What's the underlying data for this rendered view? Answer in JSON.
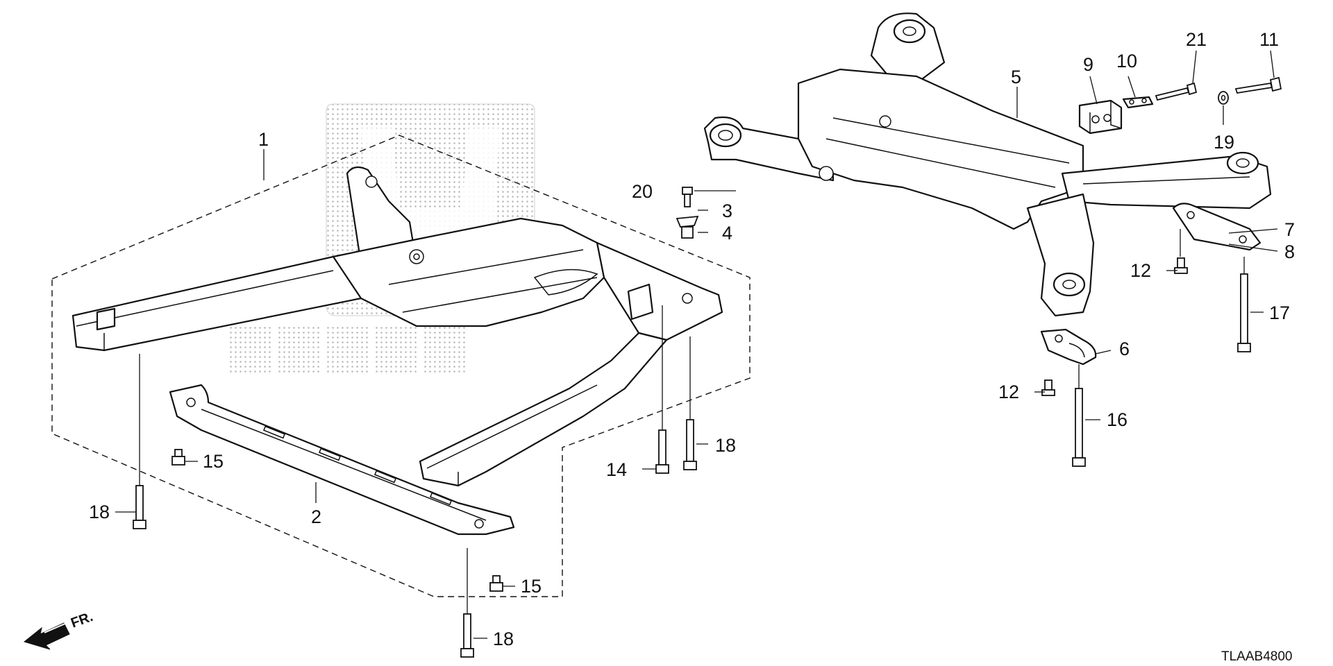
{
  "diagram": {
    "callouts": {
      "p1": "1",
      "p2": "2",
      "p3": "3",
      "p4": "4",
      "p5": "5",
      "p6": "6",
      "p7": "7",
      "p8": "8",
      "p9": "9",
      "p10": "10",
      "p11": "11",
      "p12a": "12",
      "p12b": "12",
      "p14": "14",
      "p15a": "15",
      "p15b": "15",
      "p16": "16",
      "p17": "17",
      "p18a": "18",
      "p18b": "18",
      "p18c": "18",
      "p19": "19",
      "p20": "20",
      "p21": "21"
    },
    "direction_label": "FR.",
    "diagram_code": "TLAAB4800",
    "watermark_text": "HONDA"
  },
  "colors": {
    "ink": "#111111",
    "watermark": "#b9b9b9",
    "background": "#ffffff"
  }
}
